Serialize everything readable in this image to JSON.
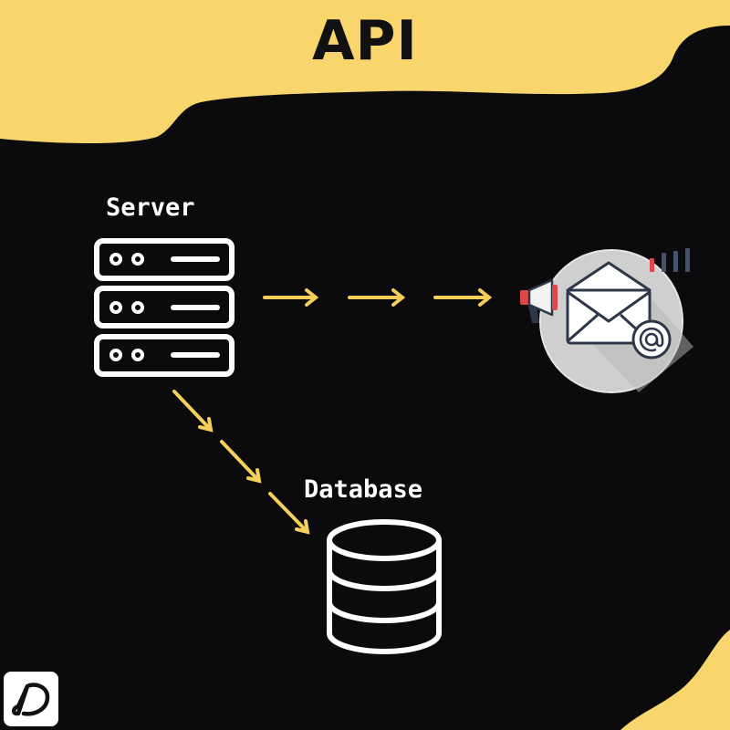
{
  "title": "API",
  "nodes": {
    "server": {
      "label": "Server"
    },
    "database": {
      "label": "Database"
    }
  },
  "colors": {
    "background": "#0b0b0d",
    "banner": "#f8d66d",
    "arrow": "#f5cf5a",
    "icon_stroke": "#ffffff",
    "notification_circle": "#cfcfcf"
  },
  "icons": [
    "server-icon",
    "database-icon",
    "email-notification-icon",
    "megaphone-icon",
    "at-sign-icon",
    "signal-bars-icon",
    "brand-logo"
  ]
}
